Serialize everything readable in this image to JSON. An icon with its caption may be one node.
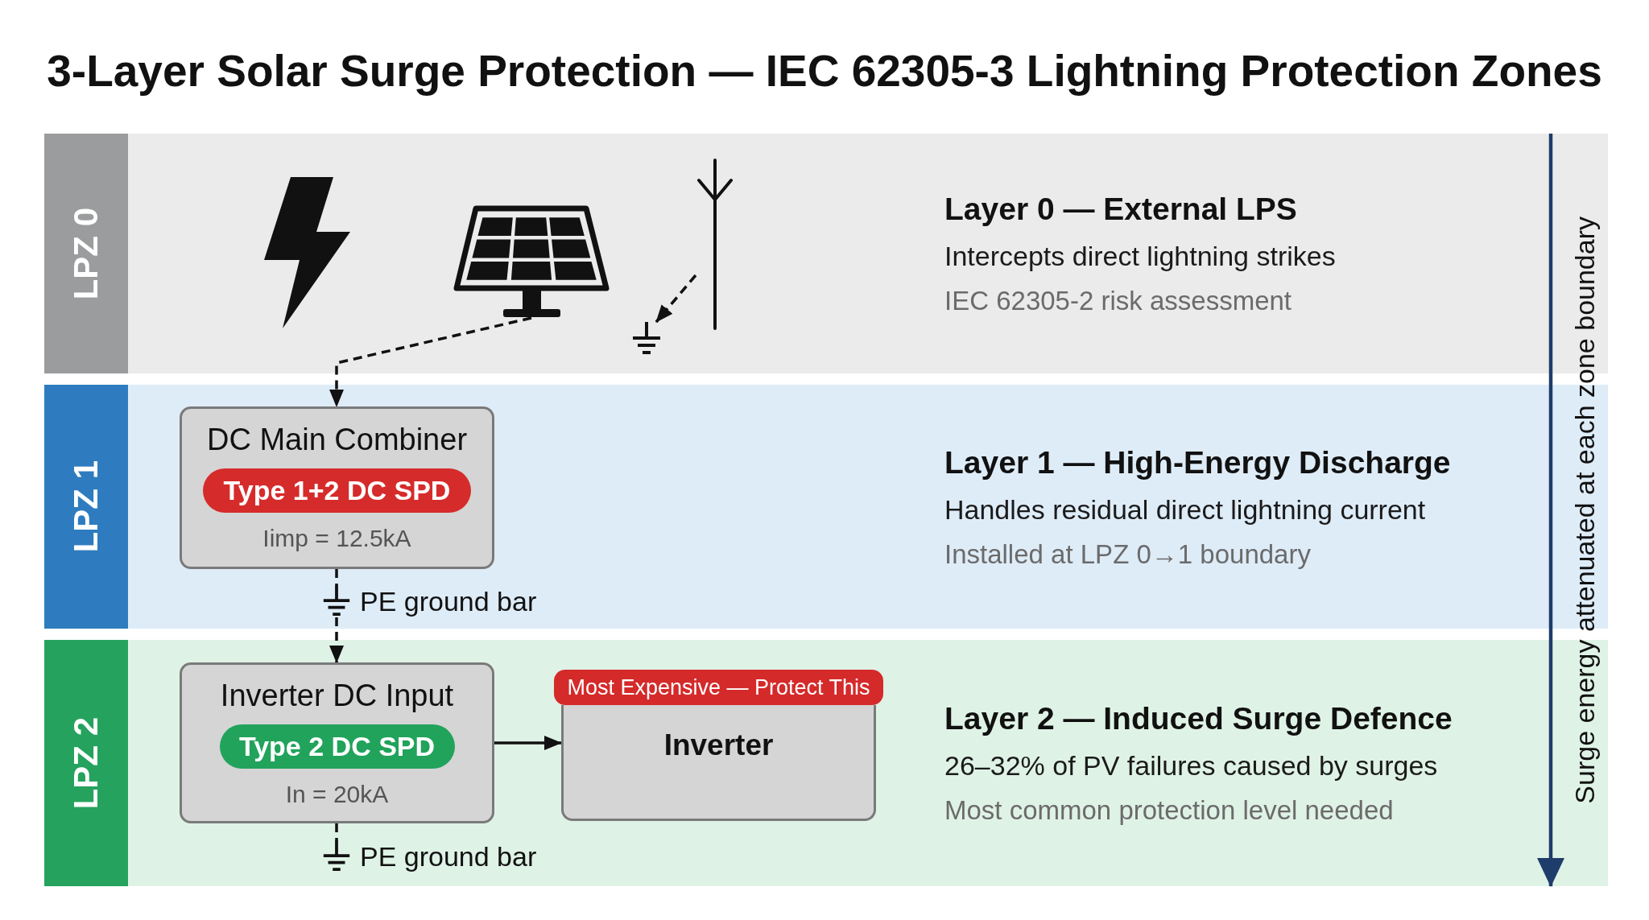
{
  "diagram": {
    "title": "3-Layer Solar Surge Protection — IEC 62305-3 Lightning Protection Zones",
    "nodes": [
      {
        "text": [
          "Layer 0 — External LPS",
          "Intercepts direct lightning strikes",
          "IEC 62305-2 risk assessment"
        ]
      },
      {
        "text": [
          "LPZ 0"
        ],
        "in": 0
      },
      {
        "text": [],
        "shape": "picture",
        "in": 0
      },
      {
        "text": [],
        "shape": "picture",
        "in": 0
      },
      {
        "text": [],
        "shape": "picture",
        "in": 0
      },
      {
        "text": [
          "Layer 1 — High-Energy Discharge",
          "Handles residual direct lightning current",
          "Installed at LPZ 0→1 boundary"
        ]
      },
      {
        "text": [
          "LPZ 1"
        ],
        "in": 5
      },
      {
        "text": [
          "DC Main Combiner",
          "Iimp = 12.5kA"
        ],
        "in": 5
      },
      {
        "text": [
          "Type 1+2 DC SPD"
        ],
        "in": 7
      },
      {
        "text": [
          "PE ground bar"
        ],
        "in": 5
      },
      {
        "text": [
          "Layer 2 — Induced Surge Defence",
          "26–32% of PV failures caused by surges",
          "Most common protection level needed"
        ]
      },
      {
        "text": [
          "LPZ 2"
        ],
        "in": 10
      },
      {
        "text": [
          "Inverter DC Input",
          "In = 20kA"
        ],
        "in": 10
      },
      {
        "text": [
          "Type 2 DC SPD"
        ],
        "in": 12
      },
      {
        "text": [
          "PE ground bar"
        ],
        "in": 10
      },
      {
        "text": [
          "Most Expensive — Protect This"
        ],
        "in": 10
      },
      {
        "text": [
          "Inverter"
        ],
        "in": 10
      }
    ],
    "edges": [
      {
        "from": 2,
        "to": 7,
        "arrow": "to",
        "style": "dashed"
      },
      {
        "from": 3,
        "to": 4,
        "arrow": "to",
        "style": "dashed"
      },
      {
        "from": 7,
        "to": 9,
        "arrow": "none",
        "style": "dashed"
      },
      {
        "from": 9,
        "to": 12,
        "arrow": "to",
        "style": "dashed"
      },
      {
        "from": 12,
        "to": 14,
        "arrow": "none",
        "style": "dashed"
      },
      {
        "from": 12,
        "to": 16,
        "arrow": "to"
      },
      {
        "from": 0,
        "to": 10,
        "arrow": "to",
        "color": "#1e3d6b"
      }
    ],
    "labels": [
      "Surge energy attenuated at each zone boundary"
    ]
  }
}
